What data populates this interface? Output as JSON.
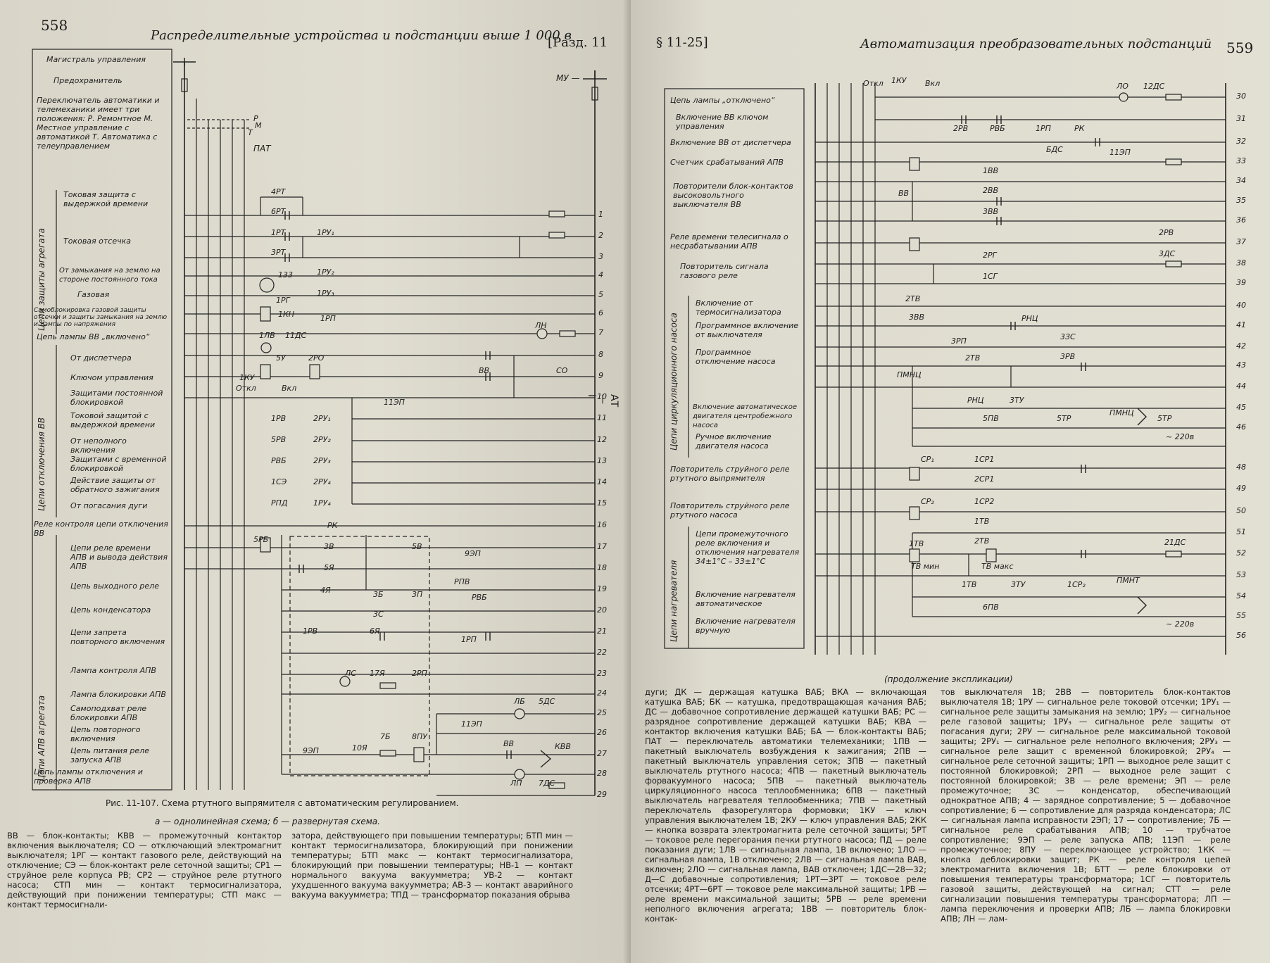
{
  "left_page": {
    "page_number": "558",
    "running_title": "Распределительные устройства и подстанции выше 1 000 в",
    "section": "[Разд. 11",
    "bus_labels": {
      "mu": "МУ —",
      "pat": "ПАТ",
      "r": "Р",
      "m": "М",
      "t": "Т"
    },
    "rows": [
      {
        "label": "Магистраль управления"
      },
      {
        "label": "Предохранитель"
      },
      {
        "label": "Переключатель автоматики и телемеханики имеет три положения: Р. Ремонтное М. Местное управление с автоматикой Т. Автоматика с телеуправлением"
      },
      {
        "label": "Токовая защита с выдержкой времени"
      },
      {
        "label": "Токовая отсечка"
      },
      {
        "label": "От замыкания на землю на стороне постоянного тока"
      },
      {
        "label": "Газовая"
      },
      {
        "label": "Самоблокировка газовой защиты отсечки и защиты замыкания на землю и лампы по напряжения"
      },
      {
        "label": "Цепь лампы ВВ „включено“"
      },
      {
        "label": "От диспетчера"
      },
      {
        "label": "Ключом управления"
      },
      {
        "label": "Защитами постоянной блокировкой"
      },
      {
        "label": "Токовой защитой с выдержкой времени"
      },
      {
        "label": "От неполного включения"
      },
      {
        "label": "Защитами с временной блокировкой"
      },
      {
        "label": "Действие защиты от обратного зажигания"
      },
      {
        "label": "От погасания дуги"
      },
      {
        "label": "Реле контроля цепи отключения ВВ"
      },
      {
        "label": "Цепи реле времени АПВ и вывода действия АПВ"
      },
      {
        "label": "Цепь выходного реле"
      },
      {
        "label": "Цепь конденсатора"
      },
      {
        "label": "Цепи запрета повторного включения"
      },
      {
        "label": "Лампа контроля АПВ"
      },
      {
        "label": "Лампа блокировки АПВ"
      },
      {
        "label": "Самоподхват реле блокировки АПВ"
      },
      {
        "label": "Цепь повторного включения"
      },
      {
        "label": "Цепь питания реле запуска АПВ"
      },
      {
        "label": "Цепь лампы отключения и проверка АПВ"
      }
    ],
    "groups": [
      "Цепи защиты агрегата",
      "Цепи отключения ВВ",
      "Цепи АПВ агрегата"
    ],
    "line_numbers": [
      "1",
      "2",
      "3",
      "4",
      "5",
      "6",
      "7",
      "8",
      "9",
      "10",
      "11",
      "12",
      "13",
      "14",
      "15",
      "16",
      "17",
      "18",
      "19",
      "20",
      "21",
      "22",
      "23",
      "24",
      "25",
      "26",
      "27",
      "28",
      "29"
    ],
    "contacts": [
      "4РТ",
      "6РТ",
      "1РТ",
      "3РТ",
      "1РУ₁",
      "1РУ₂",
      "1РУ₃",
      "1РГ",
      "133",
      "1КН",
      "1РП",
      "1ЛВ",
      "11ДС",
      "5У",
      "2РО",
      "1КУ",
      "Откл",
      "Вкл",
      "ВВ",
      "СО",
      "1РВ",
      "2РУ₁",
      "2РУ₂",
      "2РУ₃",
      "2РУ₄",
      "5РВ",
      "РВБ",
      "1СЭ",
      "РПД",
      "1РУ₄",
      "11ЭП",
      "РК",
      "5РБ",
      "3В",
      "5В",
      "5Я",
      "9ЭП",
      "РПВ",
      "4Я",
      "3Б",
      "3П",
      "РВБ",
      "3С",
      "6Я",
      "ЛС",
      "17Я",
      "1РП",
      "2РП",
      "1РВ",
      "ЛН",
      "ЛБ",
      "5ДС",
      "11ЭП",
      "ВВ",
      "КВВ",
      "ЛП",
      "7ДС",
      "9ЭП",
      "10Я",
      "8ПУ",
      "7Б"
    ],
    "figure_caption": "Рис. 11-107. Схема ртутного выпрямителя с автоматическим регулированием.",
    "figure_sub": "а — однолинейная схема; б — развернутая схема.",
    "legend_col1": "ВВ — блок-контакты; КВВ — промежуточный контактор включения выключателя; СО — отключающий электромагнит выключателя; 1РГ — контакт газового реле, действующий на отключение; СЭ — блок-контакт реле сеточной защиты; СР1 — струйное реле корпуса РВ; СР2 — струйное реле ртутного насоса; СТП мин — контакт термосигнализатора, действующий при понижении температуры; СТП макс — контакт термосигнали-",
    "legend_col2": "затора, действующего при повышении температуры; БТП мин — контакт термосигнализатора, блокирующий при понижении температуры; БТП макс — контакт термосигнализатора, блокирующий при повышении температуры; НВ-1 — контакт нормального вакуума вакуумметра; УВ-2 — контакт ухудшенного вакуума вакуумметра; АВ-3 — контакт аварийного вакуума вакуумметра; ТПД — трансформатор показания обрыва",
    "vertical_label": "АТ — I"
  },
  "right_page": {
    "page_number": "559",
    "section": "§ 11-25]",
    "running_title": "Автоматизация преобразовательных подстанций",
    "rows": [
      {
        "label": "Цепь лампы „отключено“"
      },
      {
        "label": "Включение ВВ ключом управления"
      },
      {
        "label": "Включение ВВ от диспетчера"
      },
      {
        "label": "Счетчик срабатываний АПВ"
      },
      {
        "label": "Повторители блок-контактов высоковольтного выключателя ВВ"
      },
      {
        "label": "Реле времени телесигнала о несрабатывании АПВ"
      },
      {
        "label": "Повторитель сигнала газового реле"
      },
      {
        "label": "Включение от термосигнализатора"
      },
      {
        "label": "Программное включение от выключателя"
      },
      {
        "label": "Программное отключение насоса"
      },
      {
        "label": "Включение автоматическое двигателя центробежного насоса"
      },
      {
        "label": "Ручное включение двигателя насоса"
      },
      {
        "label": "Повторитель струйного реле ртутного выпрямителя"
      },
      {
        "label": "Повторитель струйного реле ртутного насоса"
      },
      {
        "label": "Цепи промежуточного реле включения и отключения нагревателя 34±1°С – 33±1°С"
      },
      {
        "label": "Включение нагревателя автоматическое"
      },
      {
        "label": "Включение нагревателя вручную"
      }
    ],
    "groups": [
      "Цепи циркуляционного насоса",
      "Цепи нагревателя"
    ],
    "line_numbers": [
      "30",
      "31",
      "32",
      "33",
      "34",
      "35",
      "36",
      "37",
      "38",
      "39",
      "40",
      "41",
      "42",
      "43",
      "44",
      "45",
      "46",
      "48",
      "49",
      "50",
      "51",
      "52",
      "53",
      "54",
      "55",
      "56"
    ],
    "contacts": [
      "Откл",
      "1КУ",
      "Вкл",
      "ЛО",
      "12ДС",
      "2РВ",
      "РВБ",
      "1РП",
      "РК",
      "БДС",
      "11ЭП",
      "1ВВ",
      "2ВВ",
      "3ВВ",
      "ВВ",
      "2РВ",
      "3ДС",
      "2РГ",
      "1СГ",
      "2ТВ",
      "3ВВ",
      "РНЦ",
      "3РП",
      "3ЗС",
      "3РВ",
      "2ТВ",
      "ПМНЦ",
      "РНЦ",
      "3ТУ",
      "5ПВ",
      "5ТР",
      "ПМНЦ",
      "5ТР",
      "СР₁",
      "1СР1",
      "2СР1",
      "СР₂",
      "1СР2",
      "1ТВ",
      "2ТВ",
      "1ТВ",
      "ТВ мин",
      "ТВ макс",
      "21ДС",
      "1ТВ",
      "3ТУ",
      "1СР₂",
      "ПМНТ",
      "6ПВ"
    ],
    "ac_label": "~ 220в",
    "continuation": "(продолжение экспликации)",
    "expl_col1": "дуги; ДК — держащая катушка ВАБ; ВКА — включающая катушка ВАБ; БК — катушка, предотвращающая качания ВАБ; ДС — добавочное сопротивление держащей катушки ВАБ; РС — разрядное сопротивление держащей катушки ВАБ; КВА — контактор включения катушки ВАБ; БА — блок-контакты ВАБ; ПАТ — переключатель автоматики телемеханики; 1ПВ — пакетный выключатель возбуждения к зажигания; 2ПВ — пакетный выключатель управления сеток; 3ПВ — пакетный выключатель ртутного насоса; 4ПВ — пакетный выключатель форвакуумного насоса; 5ПВ — пакетный выключатель циркуляционного насоса теплообменника; 6ПВ — пакетный выключатель нагревателя теплообменника; 7ПВ — пакетный переключатель фазорегулятора формовки; 1КУ — ключ управления выключателем 1В; 2КУ — ключ управления ВАБ; 2КК — кнопка возврата электромагнита реле сеточной защиты; 5РТ — токовое реле перегорания печки ртутного насоса; ПД — реле показания дуги; 1ЛВ — сигнальная лампа, 1В включено; 1ЛО — сигнальная лампа, 1В отключено; 2ЛВ — сигнальная лампа ВАВ, включен; 2ЛО — сигнальная лампа, ВАВ отключен; 1ДС—28—32; Д—С добавочные сопротивления; 1РТ—3РТ — токовое реле отсечки; 4РТ—6РТ — токовое реле максимальной защиты; 1РВ — реле времени максимальной защиты; 5РВ — реле времени неполного включения агрегата; 1ВВ — повторитель блок-контак-",
    "expl_col2": "тов выключателя 1В; 2ВВ — повторитель блок-контактов выключателя 1В; 1РУ — сигнальное реле токовой отсечки; 1РУ₁ — сигнальное реле защиты замыкания на землю; 1РУ₂ — сигнальное реле газовой защиты; 1РУ₃ — сигнальное реле защиты от погасания дуги; 2РУ — сигнальное реле максимальной токовой защиты; 2РУ₁ — сигнальное реле неполного включения; 2РУ₃ — сигнальное реле защит с временной блокировкой; 2РУ₄ — сигнальное реле сеточной защиты; 1РП — выходное реле защит с постоянной блокировкой; 2РП — выходное реле защит с постоянной блокировкой; 3В — реле времени; ЭП — реле промежуточное; 3С — конденсатор, обеспечивающий однократное АПВ; 4 — зарядное сопротивление; 5 — добавочное сопротивление; 6 — сопротивление для разряда конденсатора; ЛС — сигнальная лампа исправности 2ЭП; 17 — сопротивление; 7Б — сигнальное реле срабатывания АПВ; 10 — трубчатое сопротивление; 9ЭП — реле запуска АПВ; 11ЭП — реле промежуточное; 8ПУ — переключающее устройство; 1КК — кнопка деблокировки защит; РК — реле контроля цепей электромагнита включения 1В; БТТ — реле блокировки от повышения температуры трансформатора; 1СГ — повторитель газовой защиты, действующей на сигнал; СТТ — реле сигнализации повышения температуры трансформатора; ЛП — лампа переключения и проверки АПВ; ЛБ — лампа блокировки АПВ; ЛН — лам-"
  }
}
